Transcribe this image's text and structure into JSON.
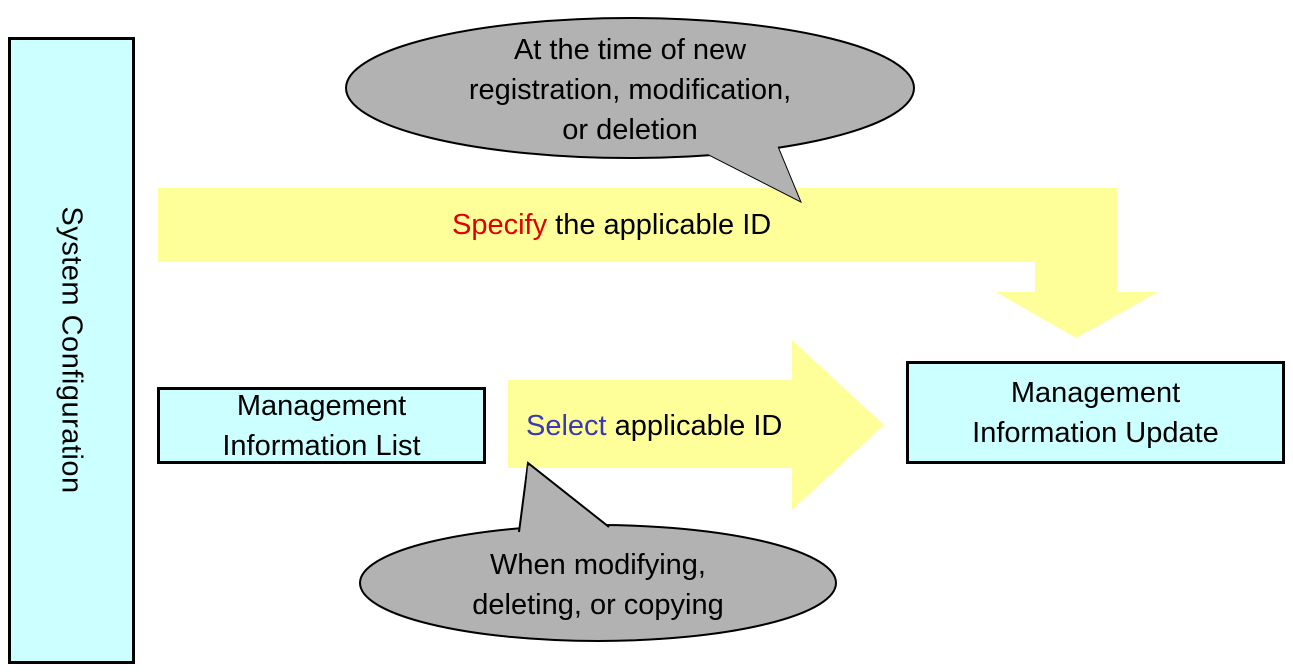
{
  "sidebar": {
    "label": "System Configuration"
  },
  "boxes": {
    "list": {
      "line1": "Management",
      "line2": "Information List"
    },
    "update": {
      "line1": "Management",
      "line2": "Information Update"
    }
  },
  "arrows": {
    "top": {
      "keyword": "Specify",
      "rest": "the applicable ID"
    },
    "middle": {
      "keyword": "Select",
      "rest": "applicable ID"
    }
  },
  "callouts": {
    "top": {
      "line1": "At the time of new",
      "line2": "registration, modification,",
      "line3": "or deletion"
    },
    "bottom": {
      "line1": "When modifying,",
      "line2": "deleting, or copying"
    }
  },
  "colors": {
    "box_fill": "#ccffff",
    "arrow_fill": "#ffff99",
    "callout_fill": "#b2b2b2",
    "keyword_specify": "#e00000",
    "keyword_select": "#3a3ab4"
  }
}
